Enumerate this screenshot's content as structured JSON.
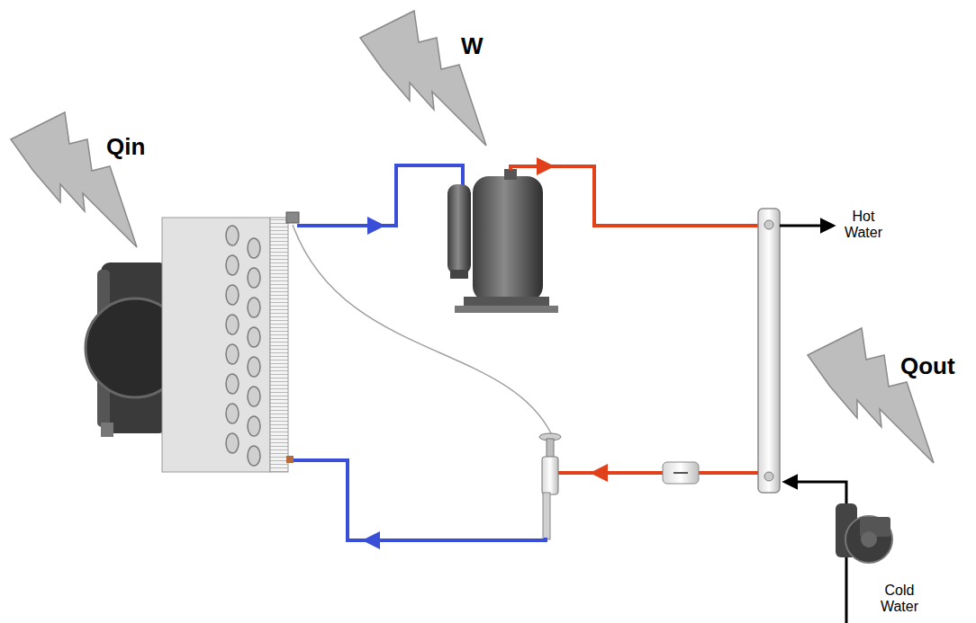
{
  "diagram": {
    "labels": [
      "W",
      "Qin",
      "Hot Water",
      "Qout",
      "Cold Water"
    ]
  }
}
